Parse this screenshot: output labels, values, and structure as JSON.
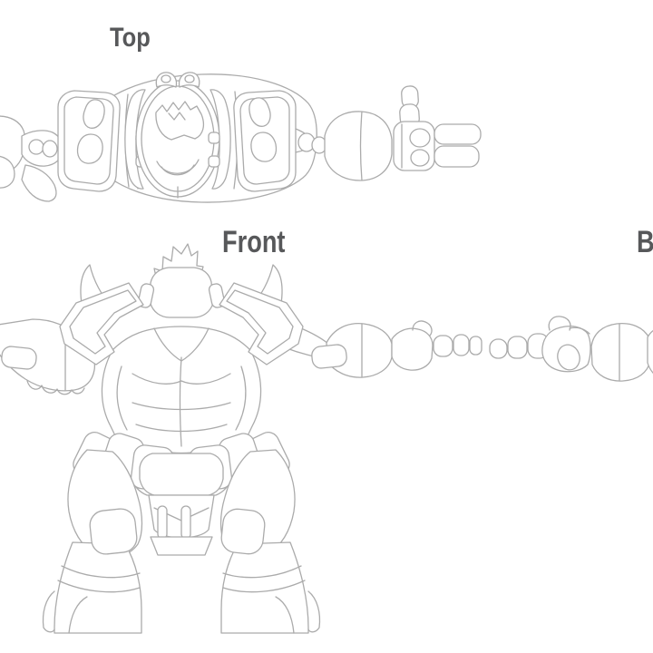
{
  "sheet": {
    "description": "orthographic character model sheet line art",
    "views": {
      "top": {
        "label": "Top"
      },
      "front": {
        "label": "Front"
      },
      "back": {
        "label": "B"
      }
    }
  },
  "style": {
    "label_color": "#57585a",
    "line_color": "#ababab",
    "background": "#ffffff"
  }
}
